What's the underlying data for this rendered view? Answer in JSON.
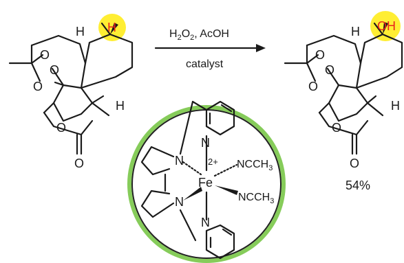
{
  "reaction": {
    "reagents": {
      "h2o2_main": "H",
      "h2o2_sub": "2",
      "o2_main": "O",
      "o2_sub": "2",
      "acid": ", AcOH"
    },
    "condition": "catalyst",
    "yield": "54%"
  },
  "reactant": {
    "target_hydrogen": "H",
    "ring_h_top": "H",
    "ring_h_right": "H",
    "oxygens": [
      "O",
      "O",
      "O",
      "O",
      "O"
    ]
  },
  "product": {
    "hydroxyl": "OH",
    "ring_h_top": "H",
    "ring_h_right": "H",
    "oxygens": [
      "O",
      "O",
      "O",
      "O",
      "O"
    ]
  },
  "catalyst": {
    "metal": "Fe",
    "charge": "2+",
    "nitrogens": [
      "N",
      "N",
      "N",
      "N"
    ],
    "ligand_top": "NCCH",
    "ligand_top_sub": "3",
    "ligand_bottom": "NCCH",
    "ligand_bottom_sub": "3"
  },
  "colors": {
    "highlight": "#ffee33",
    "hydrogen_red": "#e8241c",
    "circle_outer": "#86cc5a",
    "circle_inner": "#222222"
  }
}
